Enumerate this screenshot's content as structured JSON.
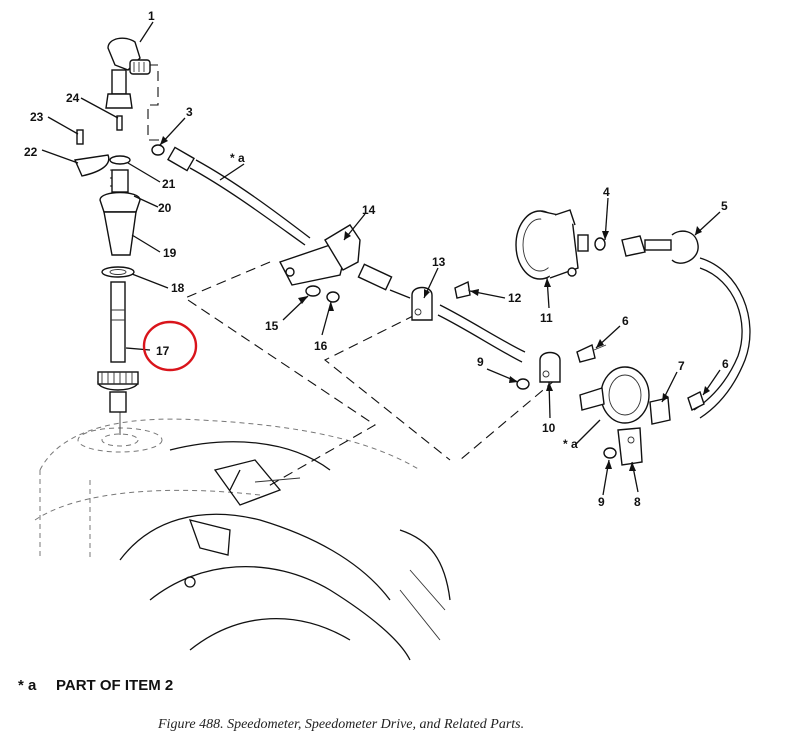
{
  "figure": {
    "caption": "Figure 488.  Speedometer, Speedometer Drive, and Related Parts.",
    "note_symbol": "* a",
    "note_text": "PART OF ITEM 2",
    "cable_marker_1": "* a",
    "cable_marker_2": "* a"
  },
  "callouts": {
    "c1": "1",
    "c3": "3",
    "c4": "4",
    "c5": "5",
    "c6a": "6",
    "c6b": "6",
    "c7": "7",
    "c8": "8",
    "c9a": "9",
    "c9b": "9",
    "c10": "10",
    "c11": "11",
    "c12": "12",
    "c13": "13",
    "c14": "14",
    "c15": "15",
    "c16": "16",
    "c17": "17",
    "c18": "18",
    "c19": "19",
    "c20": "20",
    "c21": "21",
    "c22": "22",
    "c23": "23",
    "c24": "24"
  },
  "highlight": {
    "color": "#d9141b",
    "target": "17"
  }
}
